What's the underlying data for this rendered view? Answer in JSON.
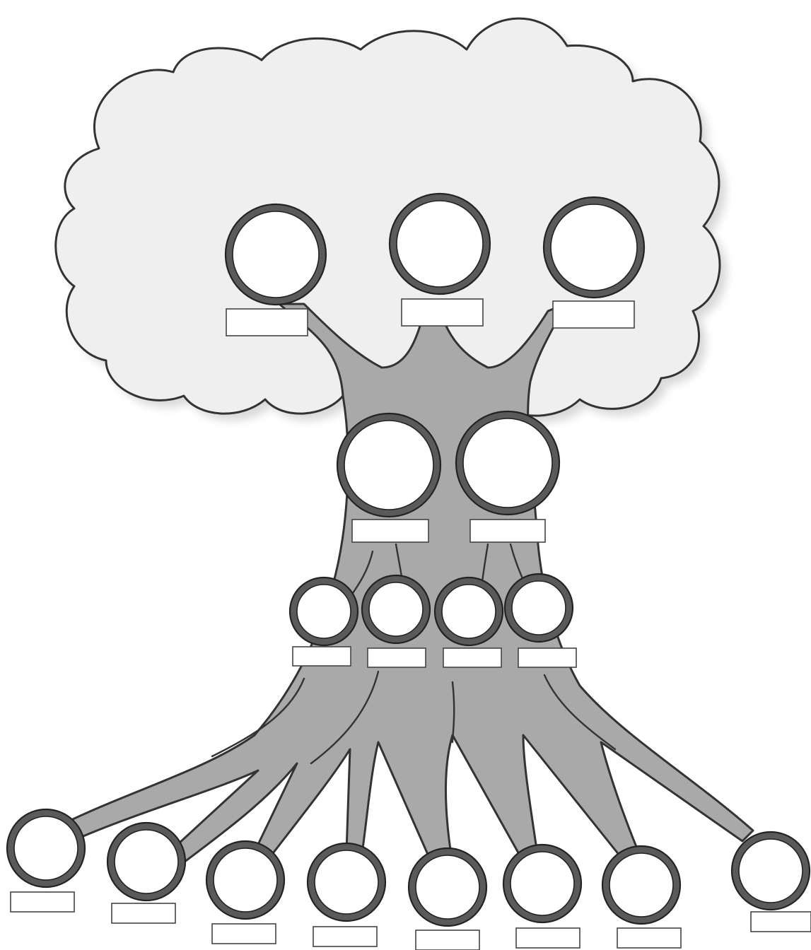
{
  "diagram": {
    "colors": {
      "canopy_fill": "#efefef",
      "trunk_fill": "#a9a9a9",
      "ring_stroke": "#5a5a5a",
      "line": "#333333",
      "box_fill": "#ffffff"
    },
    "generations": [
      {
        "id": "great-grandparents",
        "members": 3
      },
      {
        "id": "grandparents",
        "members": 2
      },
      {
        "id": "parents",
        "members": 4
      },
      {
        "id": "children",
        "members": 8
      }
    ],
    "label_text": ""
  }
}
